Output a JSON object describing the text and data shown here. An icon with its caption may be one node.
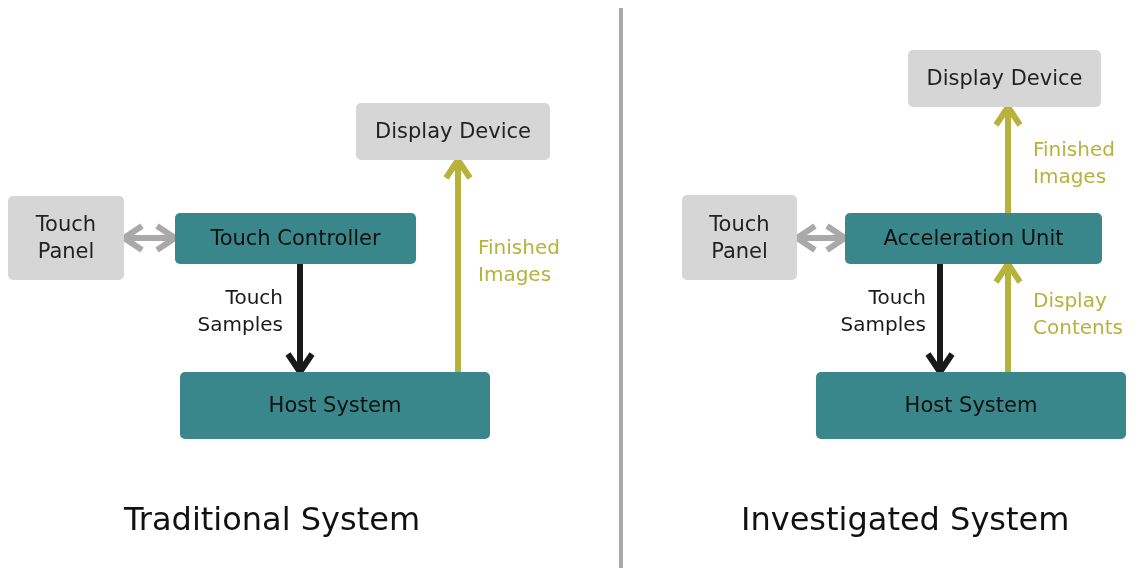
{
  "diagram": {
    "nodes": [
      {
        "text": [
          "Touch Panel"
        ]
      },
      {
        "text": [
          "Touch Controller"
        ]
      },
      {
        "text": [
          "Display Device"
        ]
      },
      {
        "text": [
          "Host System"
        ]
      },
      {
        "text": [
          "Touch Panel"
        ]
      },
      {
        "text": [
          "Acceleration Unit"
        ]
      },
      {
        "text": [
          "Display Device"
        ]
      },
      {
        "text": [
          "Host System"
        ]
      }
    ],
    "edges": [
      {
        "from": 0,
        "to": 1,
        "arrow": "both",
        "color": "#a9a9a9"
      },
      {
        "from": 1,
        "to": 3,
        "arrow": "to",
        "label": "Touch Samples",
        "color": "#1a1a1a"
      },
      {
        "from": 3,
        "to": 2,
        "arrow": "to",
        "label": "Finished Images",
        "color": "#b7b23c"
      },
      {
        "from": 4,
        "to": 5,
        "arrow": "both",
        "color": "#a9a9a9"
      },
      {
        "from": 5,
        "to": 7,
        "arrow": "to",
        "label": "Touch Samples",
        "color": "#1a1a1a"
      },
      {
        "from": 5,
        "to": 6,
        "arrow": "to",
        "label": "Finished Images",
        "color": "#b7b23c"
      },
      {
        "from": 7,
        "to": 5,
        "arrow": "to",
        "label": "Display Contents",
        "color": "#b7b23c"
      }
    ],
    "labels": [
      "Traditional System",
      "Investigated System"
    ]
  }
}
